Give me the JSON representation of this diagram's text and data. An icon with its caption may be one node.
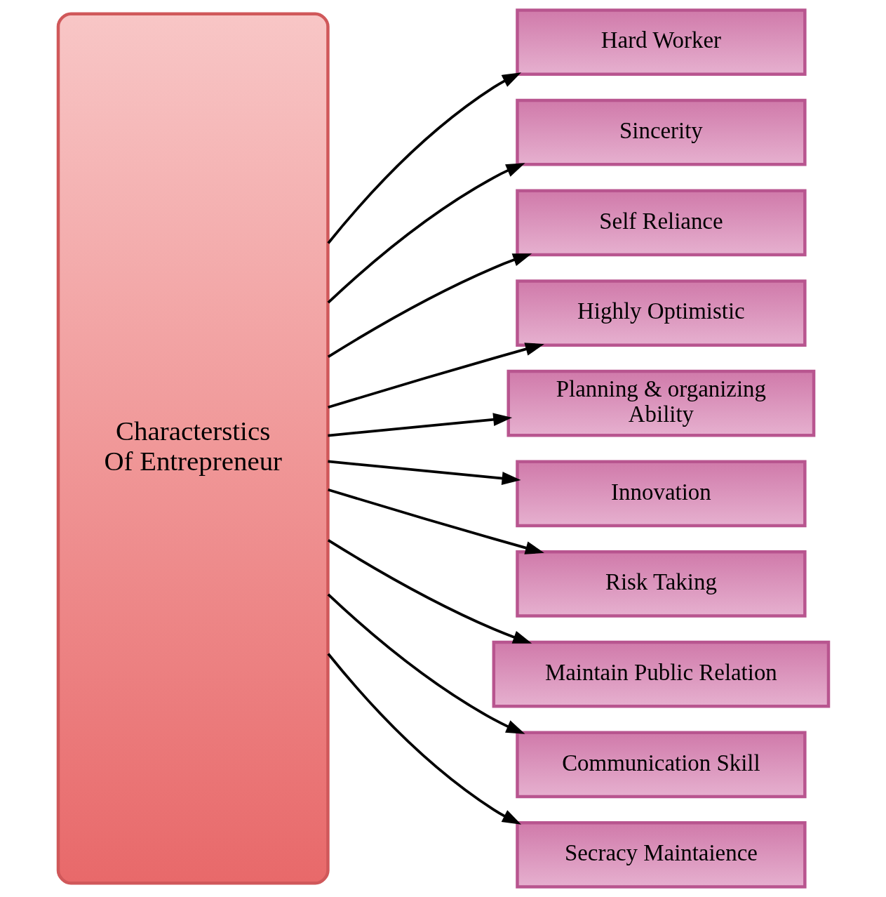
{
  "diagram": {
    "nodes": [
      {
        "text": [
          "Characterstics Of Entrepreneur"
        ]
      },
      {
        "text": [
          "Hard Worker"
        ]
      },
      {
        "text": [
          "Sincerity"
        ]
      },
      {
        "text": [
          "Self Reliance"
        ]
      },
      {
        "text": [
          "Highly Optimistic"
        ]
      },
      {
        "text": [
          "Planning & organizing Ability"
        ]
      },
      {
        "text": [
          "Innovation"
        ]
      },
      {
        "text": [
          "Risk Taking"
        ]
      },
      {
        "text": [
          "Maintain Public Relation"
        ]
      },
      {
        "text": [
          "Communication Skill"
        ]
      },
      {
        "text": [
          "Secracy Maintaience"
        ]
      }
    ],
    "edges": [
      {
        "from": 0,
        "to": 1,
        "arrow": "to"
      },
      {
        "from": 0,
        "to": 2,
        "arrow": "to"
      },
      {
        "from": 0,
        "to": 3,
        "arrow": "to"
      },
      {
        "from": 0,
        "to": 4,
        "arrow": "to"
      },
      {
        "from": 0,
        "to": 5,
        "arrow": "to"
      },
      {
        "from": 0,
        "to": 6,
        "arrow": "to"
      },
      {
        "from": 0,
        "to": 7,
        "arrow": "to"
      },
      {
        "from": 0,
        "to": 8,
        "arrow": "to"
      },
      {
        "from": 0,
        "to": 9,
        "arrow": "to"
      },
      {
        "from": 0,
        "to": 10,
        "arrow": "to"
      }
    ]
  }
}
